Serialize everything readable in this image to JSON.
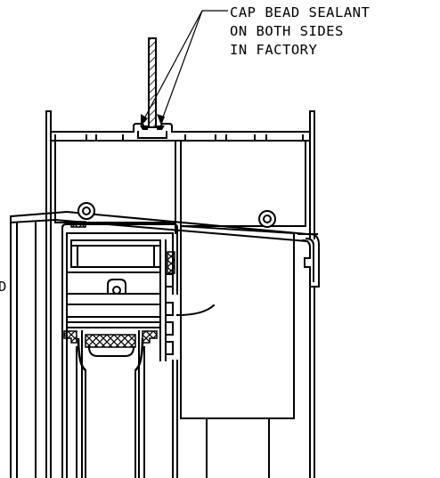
{
  "annotation": {
    "lines": [
      "CAP BEAD SEALANT",
      "ON BOTH SIDES",
      "IN FACTORY"
    ]
  },
  "clipped_text": "D",
  "colors": {
    "line": "#000000",
    "background": "#ffffff"
  }
}
